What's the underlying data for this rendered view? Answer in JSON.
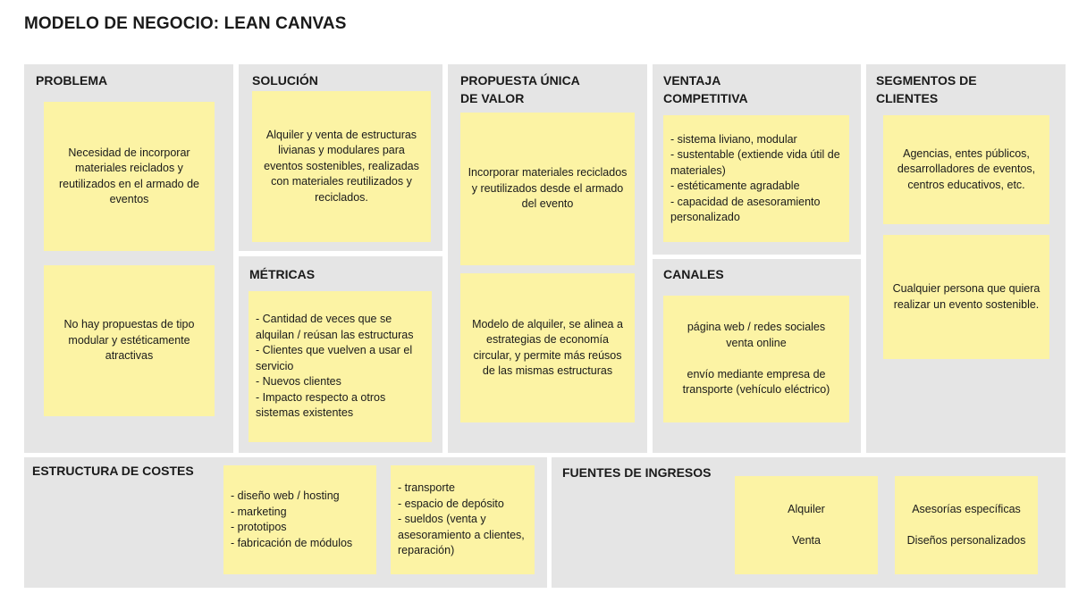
{
  "title": "MODELO DE NEGOCIO: LEAN CANVAS",
  "colors": {
    "section_bg": "#e5e5e5",
    "note_bg": "#fcf3a4"
  },
  "problema": {
    "title": "PROBLEMA",
    "notes": [
      "Necesidad de incorporar materiales reiclados y reutilizados en el armado de eventos",
      "No hay propuestas de tipo modular y estéticamente atractivas"
    ]
  },
  "solucion": {
    "title": "SOLUCIÓN",
    "notes": [
      "Alquiler y venta de estructuras livianas y modulares para eventos sostenibles, realizadas con materiales reutilizados y reciclados."
    ]
  },
  "metricas": {
    "title": "MÉTRICAS",
    "notes": [
      "- Cantidad de veces que se alquilan / reúsan las estructuras\n- Clientes que vuelven a usar el servicio\n- Nuevos clientes\n- Impacto respecto a otros sistemas existentes"
    ]
  },
  "propuesta": {
    "title": "PROPUESTA ÚNICA\nDE VALOR",
    "notes": [
      "Incorporar materiales reciclados y reutilizados desde el armado del evento",
      "Modelo de alquiler, se alinea a estrategias de economía circular, y permite más reúsos de las mismas estructuras"
    ]
  },
  "ventaja": {
    "title": "VENTAJA\nCOMPETITIVA",
    "notes": [
      "- sistema liviano, modular\n- sustentable (extiende vida útil de materiales)\n- estéticamente agradable\n- capacidad de asesoramiento personalizado"
    ]
  },
  "canales": {
    "title": "CANALES",
    "notes": [
      "página web / redes sociales\nventa online\n\nenvío mediante empresa de transporte (vehículo eléctrico)"
    ]
  },
  "segmentos": {
    "title": "SEGMENTOS DE\nCLIENTES",
    "notes": [
      "Agencias, entes públicos, desarrolladores de eventos, centros educativos, etc.",
      "Cualquier persona que quiera realizar un evento sostenible."
    ]
  },
  "costes": {
    "title": "ESTRUCTURA DE COSTES",
    "notes": [
      "- diseño web / hosting\n- marketing\n- prototipos\n- fabricación de módulos",
      "- transporte\n- espacio de depósito\n- sueldos (venta y asesoramiento a clientes, reparación)"
    ]
  },
  "ingresos": {
    "title": "FUENTES DE INGRESOS",
    "notes": [
      "Alquiler\n\nVenta",
      "Asesorías específicas\n\nDiseños personalizados"
    ]
  }
}
